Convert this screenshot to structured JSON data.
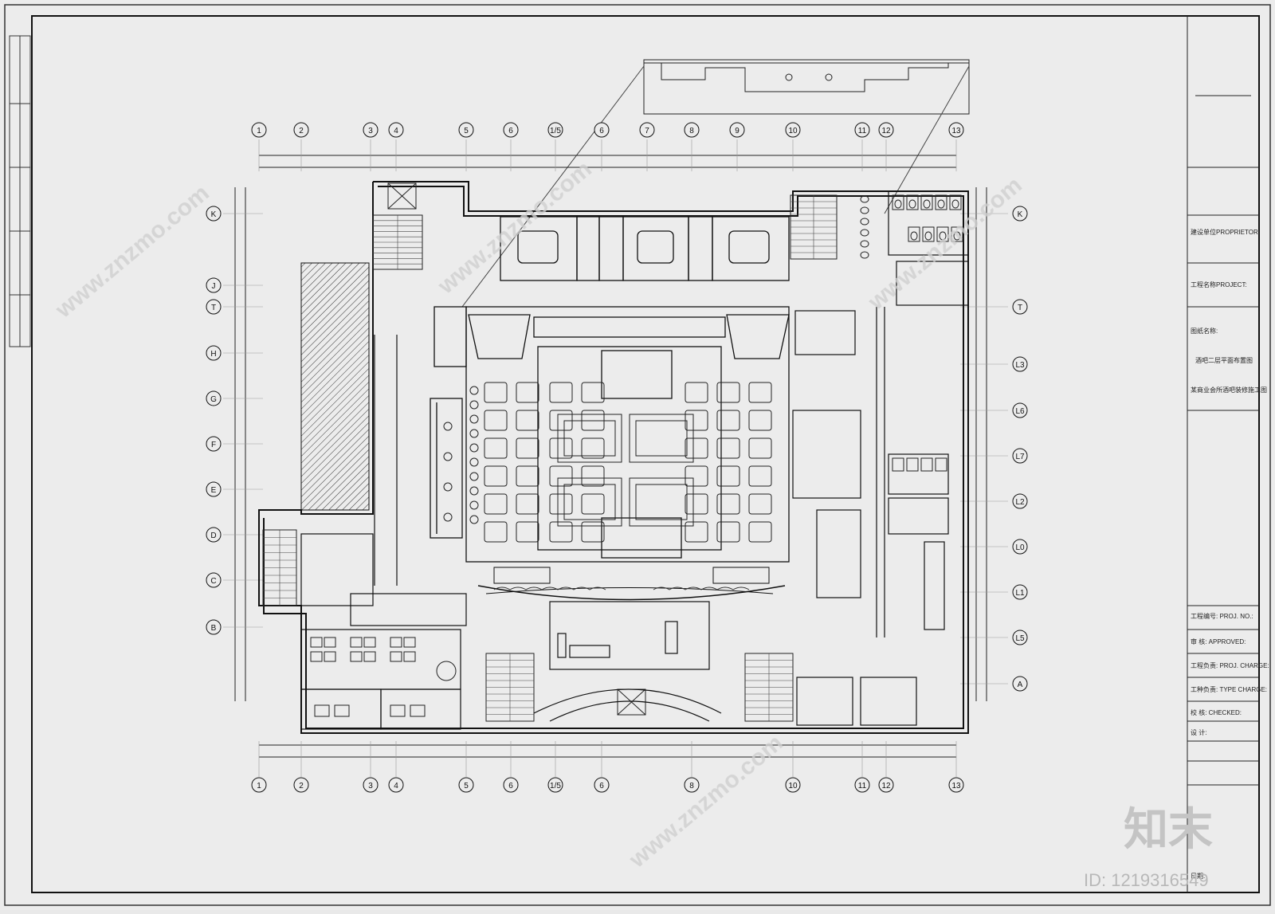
{
  "grid": {
    "columns": [
      "1",
      "2",
      "3",
      "4",
      "5",
      "6",
      "1/5",
      "6",
      "7",
      "8",
      "9",
      "10",
      "11",
      "12",
      "13"
    ],
    "columns_bottom": [
      "1",
      "2",
      "3",
      "4",
      "5",
      "6",
      "1/5",
      "6",
      "8",
      "10",
      "11",
      "12",
      "13"
    ],
    "rows_left": [
      "K",
      "J",
      "T",
      "H",
      "G",
      "F",
      "E",
      "D",
      "C",
      "B"
    ],
    "rows_right": [
      "K",
      "T",
      "L3",
      "L6",
      "L7",
      "L2",
      "L0",
      "L1",
      "L5",
      "A"
    ]
  },
  "title_block": {
    "proprietor": "建设单位PROPRIETOR:",
    "project": "工程名称PROJECT:",
    "drawing_name_label": "图纸名称:",
    "drawing_line1": "酒吧二层平面布置图",
    "drawing_line2": "某商业会所酒吧装修施工图",
    "proj_no": "工程编号: PROJ. NO.:",
    "approved": "审 核: APPROVED:",
    "proj_charge": "工程负责: PROJ. CHARGE:",
    "type_charge": "工种负责: TYPE CHARGE:",
    "checked": "校 核: CHECKED:",
    "design": "设 计:",
    "date": "日期:"
  },
  "watermark": {
    "text": "www.znzmo.com",
    "brand": "知末",
    "id": "ID: 1219316549"
  }
}
